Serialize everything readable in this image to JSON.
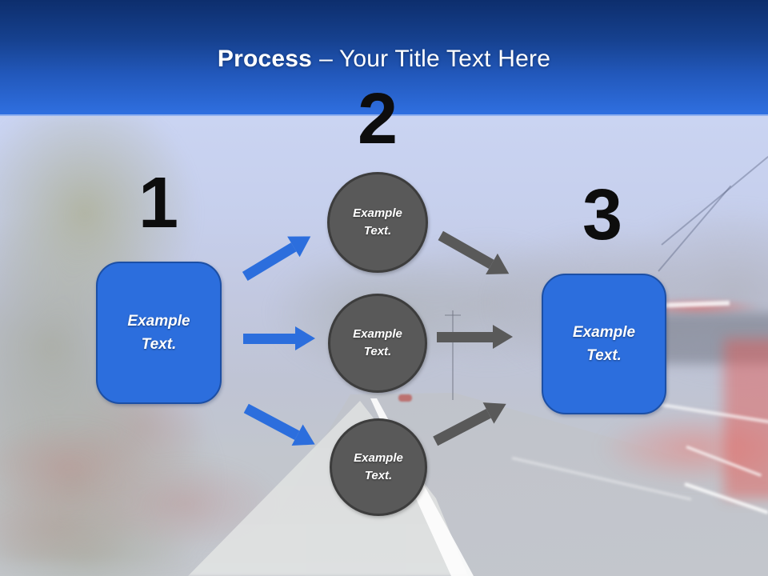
{
  "title": {
    "lead": "Process",
    "rest": "– Your Title Text Here"
  },
  "steps": {
    "step1": {
      "number": "1",
      "box_text": "Example Text."
    },
    "step2": {
      "number": "2",
      "circles": [
        {
          "text": "Example Text."
        },
        {
          "text": "Example Text."
        },
        {
          "text": "Example Text."
        }
      ]
    },
    "step3": {
      "number": "3",
      "box_text": "Example Text."
    }
  },
  "colors": {
    "header_gradient_top": "#0d2e6d",
    "header_gradient_bottom": "#2f6fe0",
    "accent_blue": "#2c6edd",
    "box_border_blue": "#1c4fa5",
    "shape_gray": "#595959",
    "circle_border_gray": "#3d3d3d",
    "number_black": "#0d0d0d",
    "label_white": "#ffffff"
  }
}
